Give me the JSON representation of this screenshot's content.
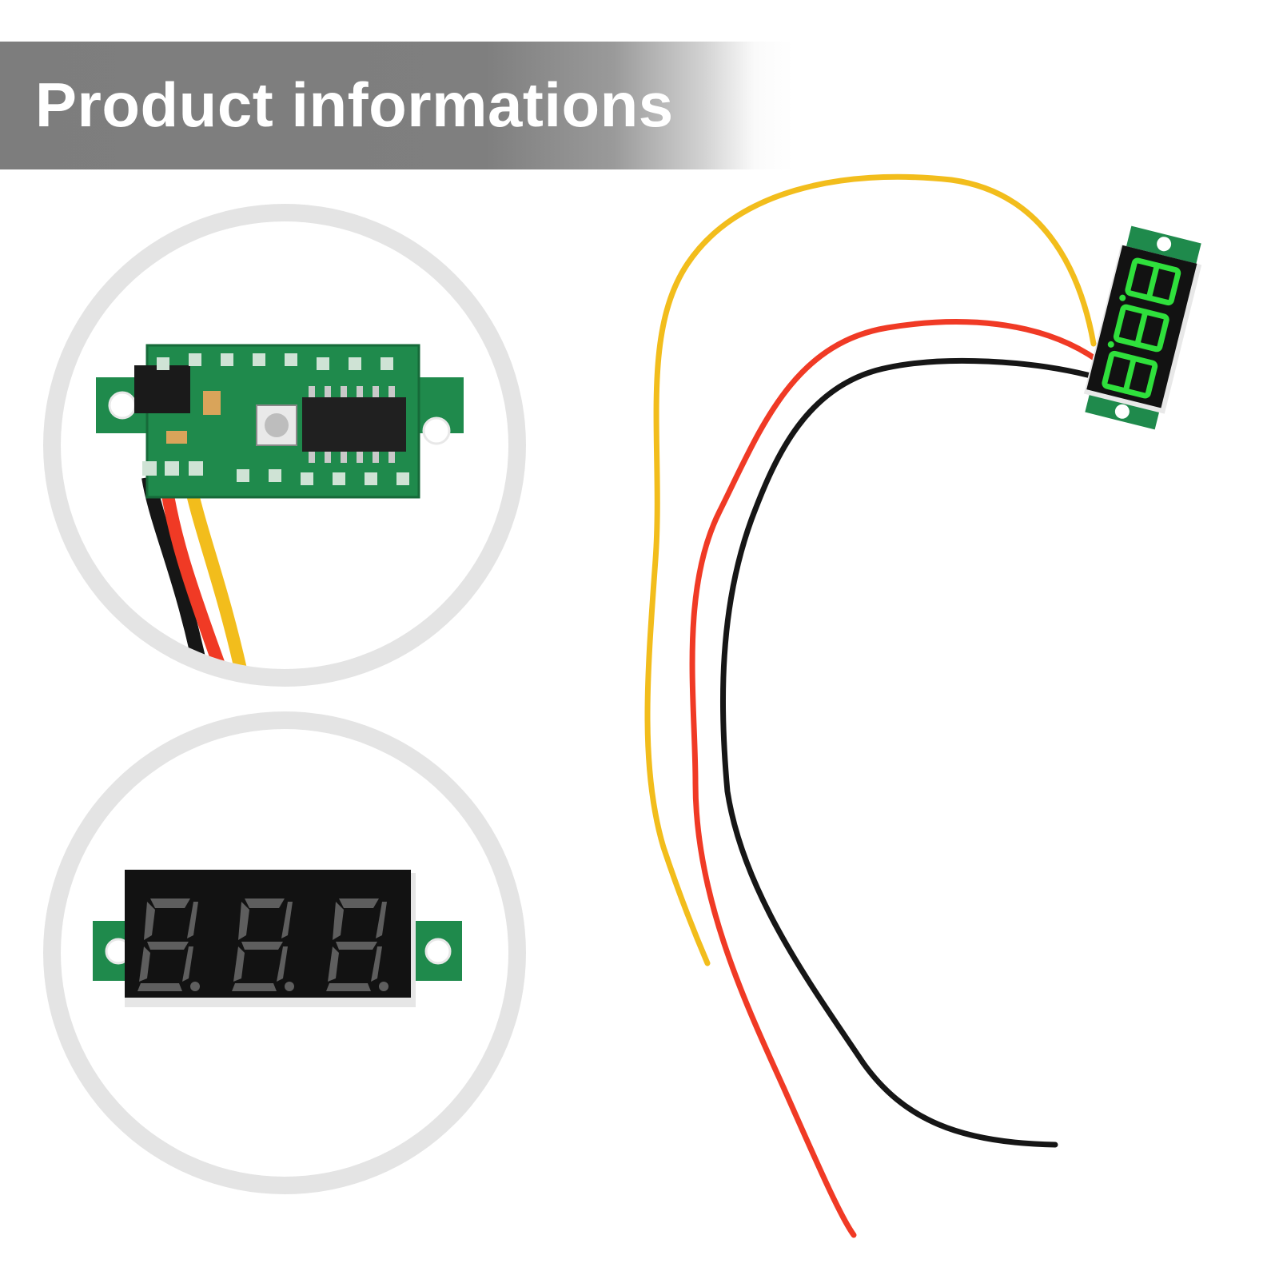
{
  "banner": {
    "title": "Product informations"
  },
  "colors": {
    "banner_gray": "#7d7d7d",
    "pcb_green": "#1f8a4c",
    "led_green": "#2fe03c",
    "led_off": "#5a5a5a",
    "wire_yellow": "#f2bd1c",
    "wire_red": "#f03a25",
    "wire_black": "#161616",
    "circle_ring": "#e4e4e4"
  },
  "scene": {
    "top_detail": "pcb-back-with-wires",
    "bottom_detail": "led-display-front",
    "main": "voltmeter-with-three-wires"
  }
}
